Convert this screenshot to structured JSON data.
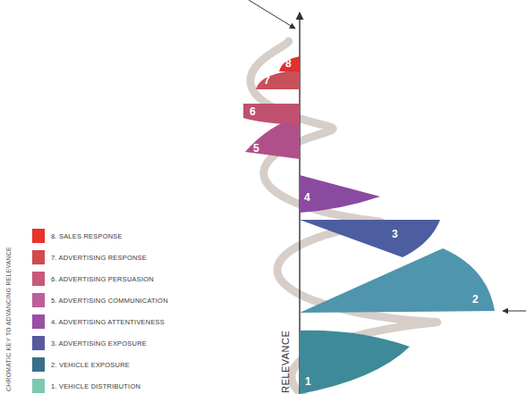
{
  "diagram": {
    "nodes": [
      {
        "text": [
          "1"
        ]
      },
      {
        "text": [
          "2"
        ]
      },
      {
        "text": [
          "3"
        ]
      },
      {
        "text": [
          "4"
        ]
      },
      {
        "text": [
          "5"
        ]
      },
      {
        "text": [
          "6"
        ]
      },
      {
        "text": [
          "7"
        ]
      },
      {
        "text": [
          "8"
        ]
      }
    ],
    "labels": [
      "RELEVANCE",
      "CHROMATIC KEY TO ADVANCING RELEVANCE"
    ],
    "legend": [
      {
        "text": "8. SALES RESPONSE",
        "color": "#e8322c"
      },
      {
        "text": "7. ADVERTISING RESPONSE",
        "color": "#d24a50"
      },
      {
        "text": "6. ADVERTISING PERSUASION",
        "color": "#c9587a"
      },
      {
        "text": "5. ADVERTISING COMMUNICATION",
        "color": "#bd5f9a"
      },
      {
        "text": "4. ADVERTISING ATTENTIVENESS",
        "color": "#9a4ea6"
      },
      {
        "text": "3. ADVERTISING EXPOSURE",
        "color": "#57599e"
      },
      {
        "text": "2. VEHICLE EXPOSURE",
        "color": "#3a6f8a"
      },
      {
        "text": "1. VEHICLE DISTRIBUTION",
        "color": "#7cc9b0"
      }
    ]
  }
}
